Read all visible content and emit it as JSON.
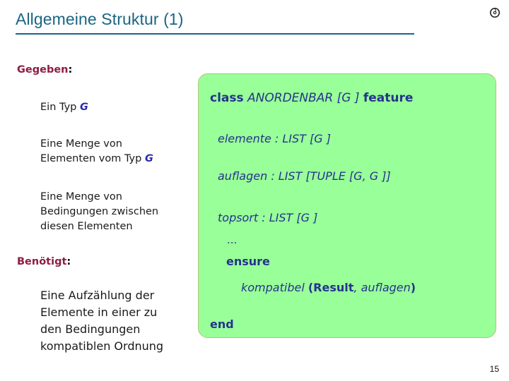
{
  "slide": {
    "title": "Allgemeine Struktur (1)",
    "page_number": "15",
    "title_color": "#1a6583",
    "heading_color": "#8f1c40",
    "code_color": "#24348c",
    "panel_fill": "#99ff99",
    "panel_border": "#b3c27a",
    "disc_icon": "disc-icon"
  },
  "left": {
    "given_label": "Gegeben",
    "given_colon": ":",
    "needed_label": "Benötigt",
    "needed_colon": ":",
    "items": [
      {
        "text_before": "Ein Typ ",
        "var": "G",
        "text_after": ""
      },
      {
        "line1": "Eine Menge von",
        "line2_before": "Elementen vom Typ ",
        "var": "G"
      },
      {
        "line1": "Eine Menge von",
        "line2": "Bedingungen zwischen",
        "line3": "diesen Elementen"
      },
      {
        "line1": "Eine Aufzählung der",
        "line2": "Elemente in einer zu",
        "line3": "den Bedingungen",
        "line4": "kompatiblen Ordnung"
      }
    ]
  },
  "code": {
    "class_kw": "class",
    "class_name": " ANORDENBAR [G ] ",
    "feature_kw": "feature",
    "elemente": "elemente : LIST [G ]",
    "auflagen": "auflagen : LIST [TUPLE [G, G ]]",
    "topsort": "topsort : LIST [G ]",
    "dots": "...",
    "ensure_kw": "ensure",
    "kompat_fn": "kompatibel ",
    "kompat_open": "(",
    "kompat_result": "Result",
    "kompat_sep": ", ",
    "kompat_arg": "auflagen",
    "kompat_close": ")",
    "end_kw": "end"
  }
}
